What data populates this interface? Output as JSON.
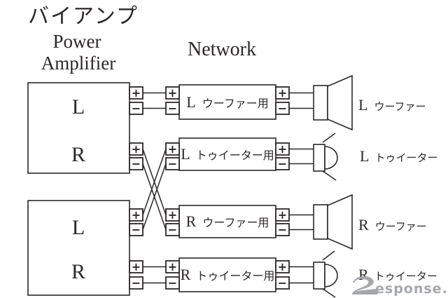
{
  "title": "バイアンプ",
  "headers": {
    "power_amplifier_line1": "Power",
    "power_amplifier_line2": "Amplifier",
    "network": "Network"
  },
  "amplifiers": [
    {
      "channels": [
        "L",
        "R"
      ]
    },
    {
      "channels": [
        "L",
        "R"
      ]
    }
  ],
  "network_boxes": [
    {
      "channel": "L",
      "label": "ウーファー用"
    },
    {
      "channel": "L",
      "label": "トゥイーター用"
    },
    {
      "channel": "R",
      "label": "ウーファー用"
    },
    {
      "channel": "R",
      "label": "トゥイーター用"
    }
  ],
  "speakers": [
    {
      "channel": "L",
      "label": "ウーファー",
      "type": "woofer"
    },
    {
      "channel": "L",
      "label": "トゥイーター",
      "type": "tweeter"
    },
    {
      "channel": "R",
      "label": "ウーファー",
      "type": "woofer"
    },
    {
      "channel": "R",
      "label": "トゥイーター",
      "type": "tweeter"
    }
  ],
  "terminal_signs": {
    "plus": "+",
    "minus": "−"
  },
  "watermark": {
    "text": "esponse."
  },
  "colors": {
    "line": "#2b2728",
    "watermark": "#a5a7aa",
    "background": "#ffffff"
  }
}
